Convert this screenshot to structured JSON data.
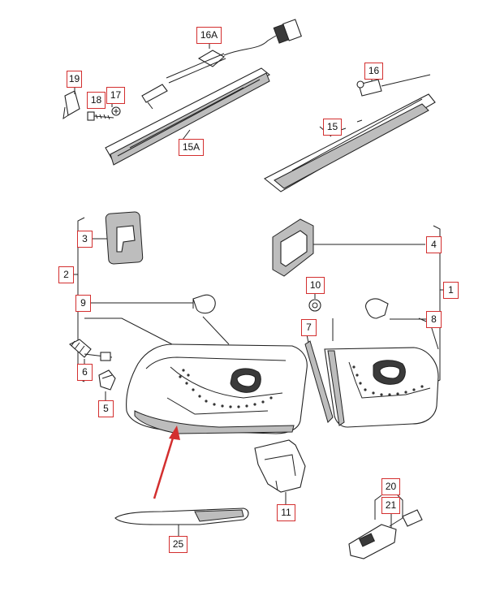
{
  "labels": {
    "l1": "1",
    "l2": "2",
    "l3": "3",
    "l4": "4",
    "l5": "5",
    "l6": "6",
    "l7": "7",
    "l8": "8",
    "l9": "9",
    "l10": "10",
    "l11": "11",
    "l15": "15",
    "l15a": "15A",
    "l16": "16",
    "l16a": "16A",
    "l17": "17",
    "l18": "18",
    "l19": "19",
    "l20": "20",
    "l21": "21",
    "l25": "25"
  },
  "colors": {
    "label_border": "#d32f2f",
    "arrow": "#d32f2f",
    "line": "#222222"
  },
  "arrow": {
    "points_to": "l25-target"
  }
}
